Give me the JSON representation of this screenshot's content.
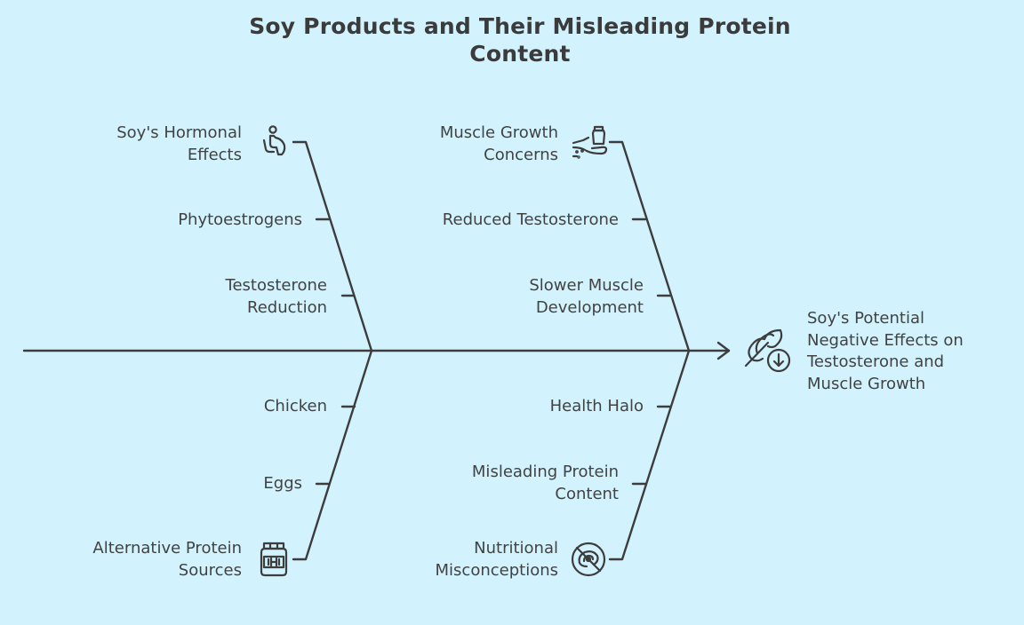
{
  "title": {
    "line1": "Soy Products and Their Misleading Protein",
    "line2": "Content"
  },
  "effect": {
    "lines": [
      "Soy's Potential",
      "Negative Effects on",
      "Testosterone and",
      "Muscle Growth"
    ],
    "icon": "leaf-down-arrow-icon"
  },
  "categories": {
    "top_left": {
      "title_lines": [
        "Soy's Hormonal",
        "Effects"
      ],
      "icon": "pregnant-person-icon",
      "causes": [
        {
          "lines": [
            "Phytoestrogens"
          ]
        },
        {
          "lines": [
            "Testosterone",
            "Reduction"
          ]
        }
      ]
    },
    "top_right": {
      "title_lines": [
        "Muscle Growth",
        "Concerns"
      ],
      "icon": "protein-jar-hand-icon",
      "causes": [
        {
          "lines": [
            "Reduced Testosterone"
          ]
        },
        {
          "lines": [
            "Slower Muscle",
            "Development"
          ]
        }
      ]
    },
    "bottom_left": {
      "title_lines": [
        "Alternative Protein",
        "Sources"
      ],
      "icon": "protein-supplement-tub-icon",
      "causes": [
        {
          "lines": [
            "Chicken"
          ]
        },
        {
          "lines": [
            "Eggs"
          ]
        }
      ]
    },
    "bottom_right": {
      "title_lines": [
        "Nutritional",
        "Misconceptions"
      ],
      "icon": "no-meat-icon",
      "causes": [
        {
          "lines": [
            "Health Halo"
          ]
        },
        {
          "lines": [
            "Misleading Protein",
            "Content"
          ]
        }
      ]
    }
  },
  "colors": {
    "background": "#d2f3fe",
    "line": "#3d3d3d",
    "text": "#424242"
  }
}
